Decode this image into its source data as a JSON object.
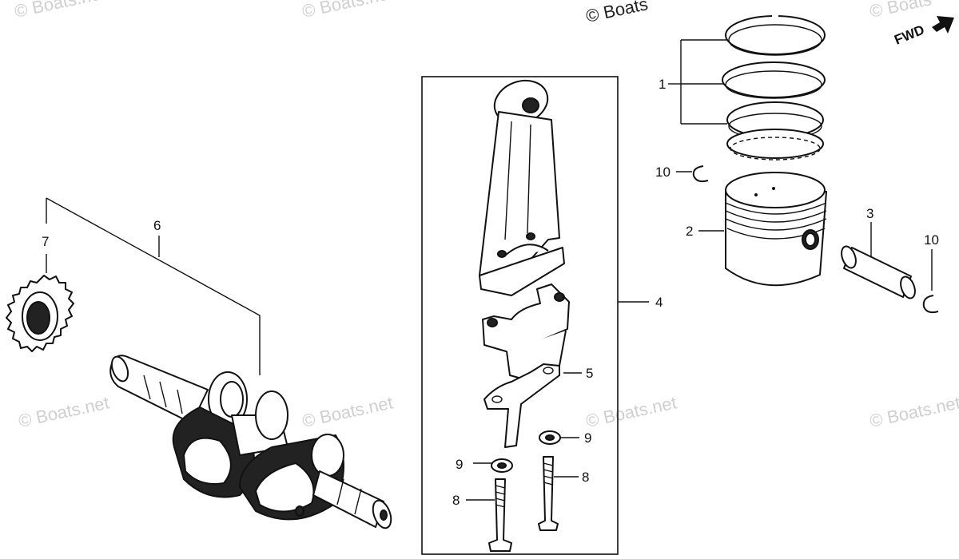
{
  "watermarks": [
    "© Boats.net",
    "© Boats.net",
    "© Boats",
    "© Boats",
    "© Boats.net",
    "© Boats.net",
    "© Boats.net",
    "© Boats.net"
  ],
  "fwd_label": "FWD",
  "callouts": {
    "ring_set": "1",
    "piston": "2",
    "piston_pin": "3",
    "connecting_rod_assy": "4",
    "oil_dipper": "5",
    "crankshaft": "6",
    "timing_gear": "7",
    "rod_bolt_left": "8",
    "rod_bolt_right": "8",
    "washer_left": "9",
    "washer_right": "9",
    "clip_left": "10",
    "clip_right": "10"
  }
}
